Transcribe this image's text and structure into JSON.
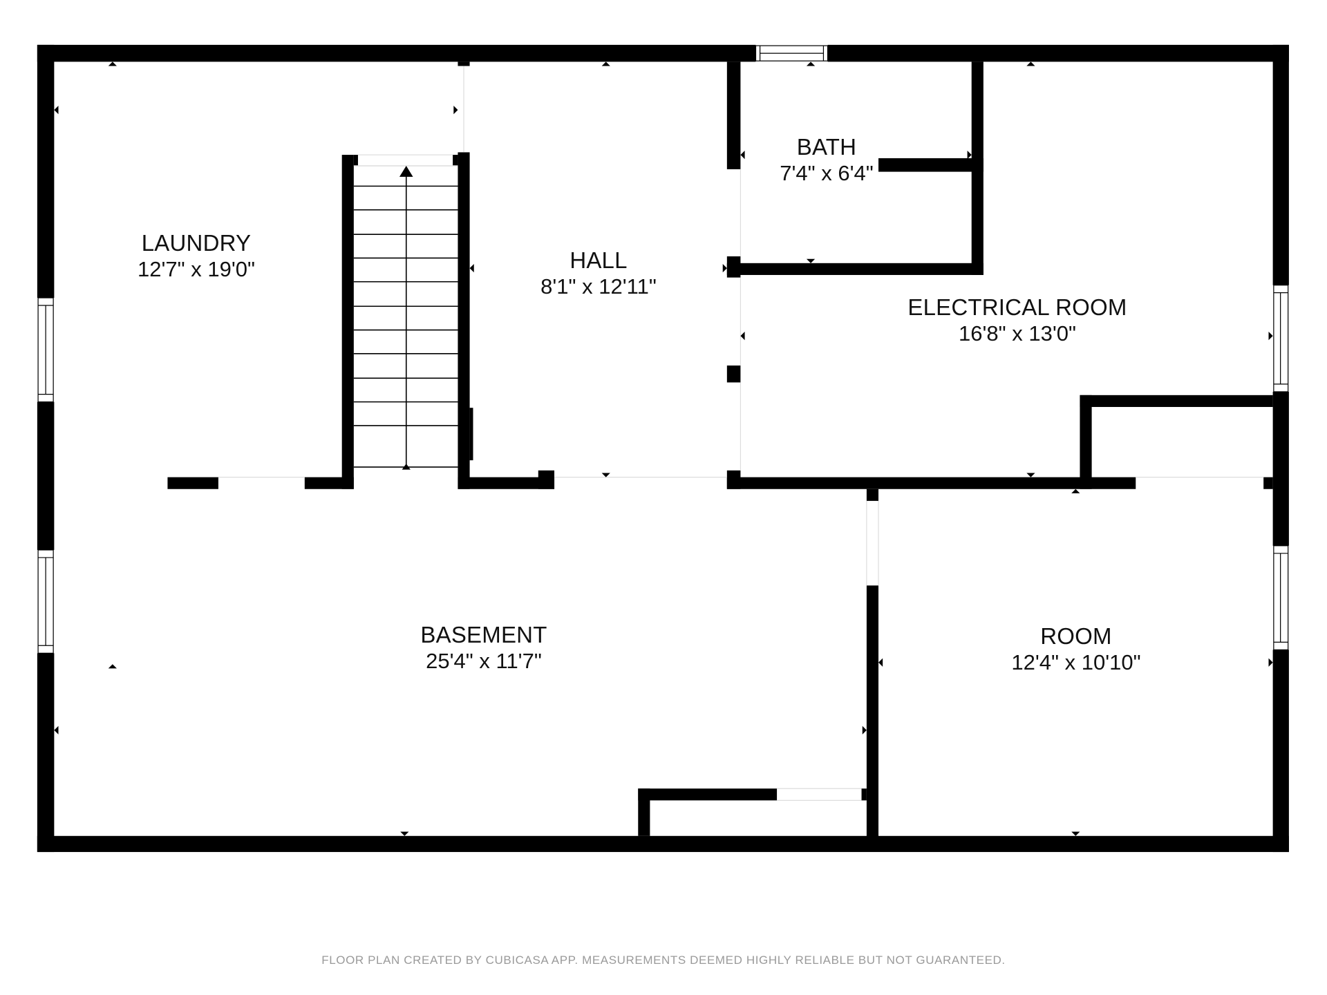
{
  "plan": {
    "rooms": [
      {
        "id": "laundry",
        "name": "LAUNDRY",
        "dimensions": "12'7\" x 19'0\""
      },
      {
        "id": "hall",
        "name": "HALL",
        "dimensions": "8'1\" x 12'11\""
      },
      {
        "id": "bath",
        "name": "BATH",
        "dimensions": "7'4\" x 6'4\""
      },
      {
        "id": "electrical",
        "name": "ELECTRICAL ROOM",
        "dimensions": "16'8\" x 13'0\""
      },
      {
        "id": "basement",
        "name": "BASEMENT",
        "dimensions": "25'4\" x 11'7\""
      },
      {
        "id": "room",
        "name": "ROOM",
        "dimensions": "12'4\" x 10'10\""
      }
    ],
    "stairs": {
      "direction": "up",
      "treads": 12
    },
    "wall_color": "#000000",
    "background_color": "#ffffff"
  },
  "footer": {
    "disclaimer": "FLOOR PLAN CREATED BY CUBICASA APP. MEASUREMENTS DEEMED HIGHLY RELIABLE BUT NOT GUARANTEED."
  }
}
